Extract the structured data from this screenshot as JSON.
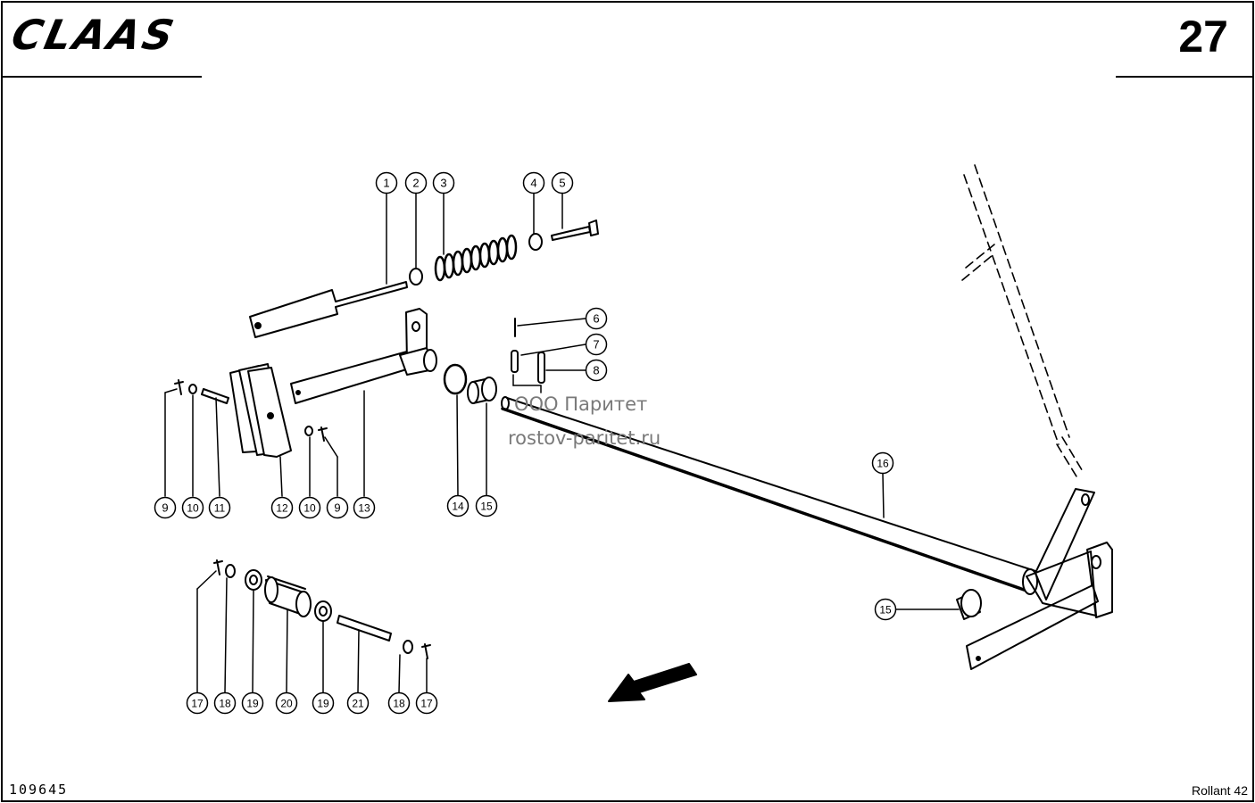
{
  "header": {
    "brand": "CLAAS",
    "page_number": "27"
  },
  "footer": {
    "document_number": "109645",
    "model": "Rollant 42"
  },
  "watermark": {
    "line1": "ООО Паритет",
    "line2": "rostov-paritet.ru"
  },
  "callouts": [
    "1",
    "2",
    "3",
    "4",
    "5",
    "6",
    "7",
    "8",
    "9",
    "10",
    "11",
    "12",
    "10",
    "9",
    "13",
    "14",
    "15",
    "16",
    "15",
    "17",
    "18",
    "19",
    "20",
    "19",
    "21",
    "18",
    "17"
  ]
}
